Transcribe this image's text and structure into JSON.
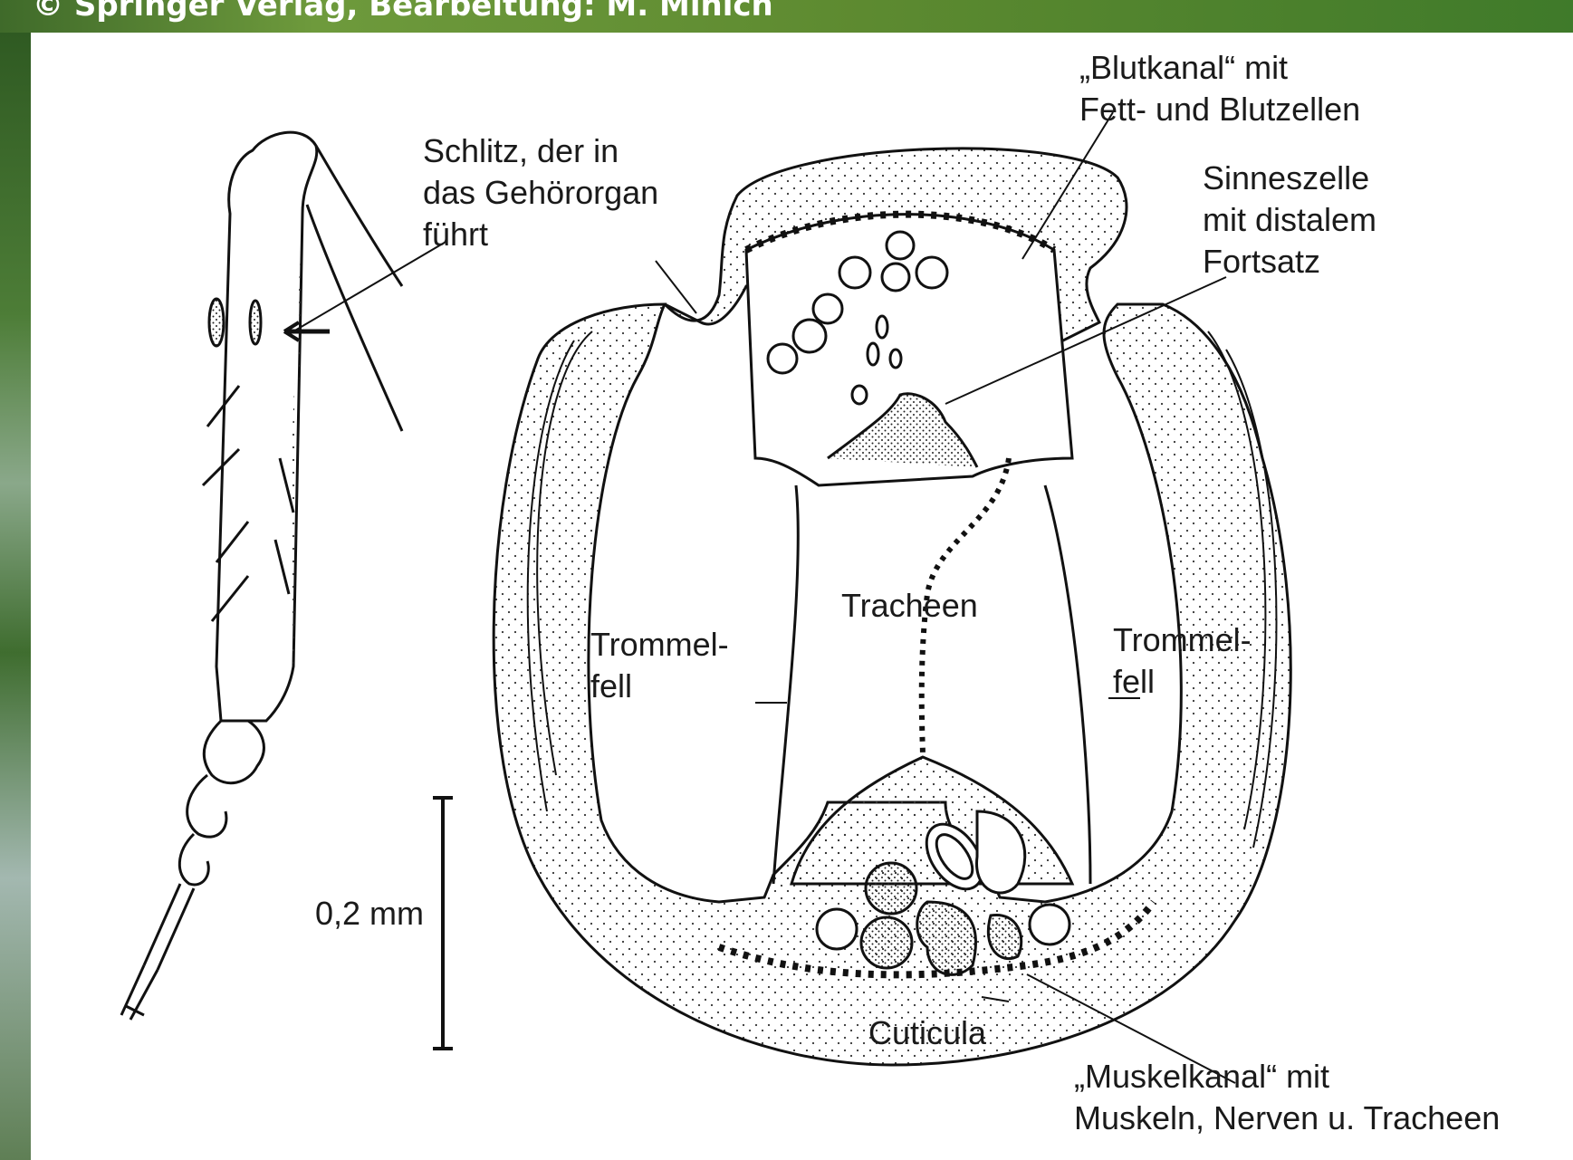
{
  "header": {
    "copyright": "© Springer Verlag, Bearbeitung: M. Minich"
  },
  "labels": {
    "blutkanal": [
      "„Blutkanal“ mit",
      "Fett- und Blutzellen"
    ],
    "schlitz": [
      "Schlitz, der in",
      "das Gehörorgan",
      "führt"
    ],
    "sinneszelle": [
      "Sinneszelle",
      "mit distalem",
      "Fortsatz"
    ],
    "tracheen": "Tracheen",
    "trommelfell_left": [
      "Trommel-",
      "fell"
    ],
    "trommelfell_right": [
      "Trommel-",
      "fell"
    ],
    "scale": "0,2 mm",
    "cuticula": "Cuticula",
    "muskelkanal": [
      "„Muskelkanal“ mit",
      "Muskeln, Nerven u. Tracheen"
    ]
  },
  "colors": {
    "header_green": "#5d8a30",
    "ink": "#1a1a1a",
    "paper": "#ffffff"
  }
}
